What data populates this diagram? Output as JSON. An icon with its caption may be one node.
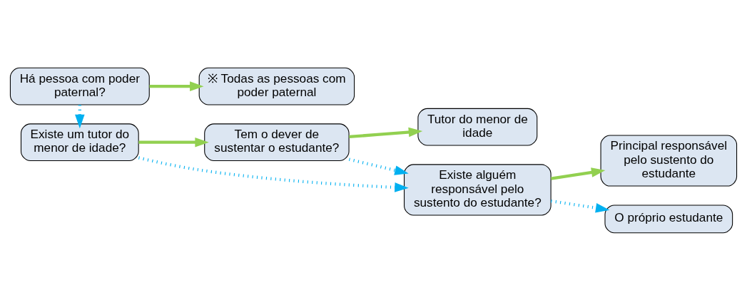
{
  "diagram": {
    "nodes": [
      {
        "text": [
          "Há pessoa com poder paternal?"
        ]
      },
      {
        "text": [
          "※ Todas as pessoas com poder paternal"
        ]
      },
      {
        "text": [
          "Tem o dever de sustentar o estudante?"
        ]
      },
      {
        "text": [
          "Tutor do menor de idade"
        ]
      },
      {
        "text": [
          "Existe um tutor do menor de idade?"
        ]
      },
      {
        "text": [
          "Principal responsável pelo sustento do estudante"
        ]
      },
      {
        "text": [
          "Existe alguém responsável pelo sustento do estudante?"
        ]
      },
      {
        "text": [
          "O próprio estudante"
        ]
      }
    ],
    "edges": [
      {
        "from": 0,
        "to": 1,
        "arrow": "to",
        "color": "#92d050"
      },
      {
        "from": 0,
        "to": 4,
        "arrow": "to",
        "style": "dashed",
        "color": "#00b0f0"
      },
      {
        "from": 4,
        "to": 2,
        "arrow": "to",
        "color": "#92d050"
      },
      {
        "from": 2,
        "to": 3,
        "arrow": "to",
        "color": "#92d050"
      },
      {
        "from": 2,
        "to": 6,
        "arrow": "to",
        "style": "dashed",
        "color": "#00b0f0"
      },
      {
        "from": 4,
        "to": 6,
        "arrow": "to",
        "style": "dashed",
        "color": "#00b0f0"
      },
      {
        "from": 6,
        "to": 5,
        "arrow": "to",
        "color": "#92d050"
      },
      {
        "from": 6,
        "to": 7,
        "arrow": "to",
        "style": "dashed",
        "color": "#00b0f0"
      }
    ]
  }
}
